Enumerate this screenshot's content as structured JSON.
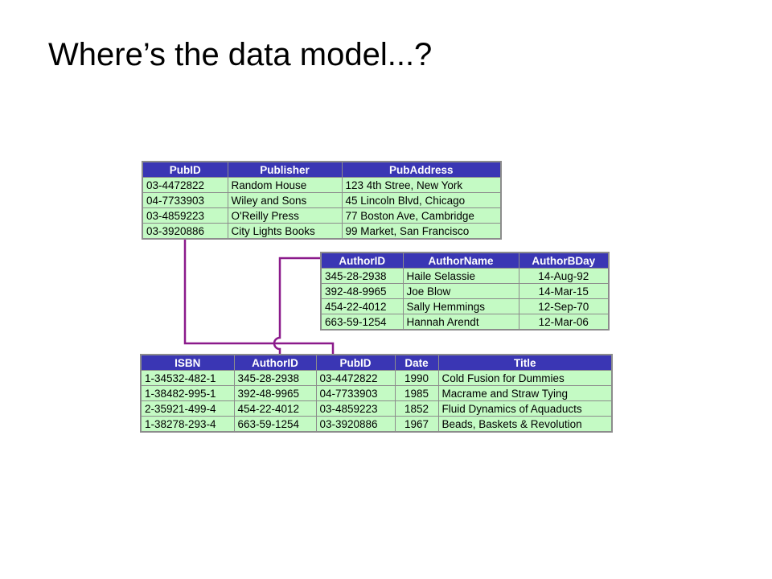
{
  "title": "Where’s the data model...?",
  "colors": {
    "header": "#3a36b4",
    "cell": "#c4fac4",
    "connector": "#8b1a8b"
  },
  "publishers": {
    "columns": [
      "PubID",
      "Publisher",
      "PubAddress"
    ],
    "rows": [
      [
        "03-4472822",
        "Random House",
        "123 4th Stree, New York"
      ],
      [
        "04-7733903",
        "Wiley and Sons",
        "45 Lincoln Blvd, Chicago"
      ],
      [
        "03-4859223",
        "O'Reilly Press",
        "77 Boston Ave, Cambridge"
      ],
      [
        "03-3920886",
        "City Lights Books",
        "99 Market, San Francisco"
      ]
    ]
  },
  "authors": {
    "columns": [
      "AuthorID",
      "AuthorName",
      "AuthorBDay"
    ],
    "rows": [
      [
        "345-28-2938",
        "Haile Selassie",
        "14-Aug-92"
      ],
      [
        "392-48-9965",
        "Joe Blow",
        "14-Mar-15"
      ],
      [
        "454-22-4012",
        "Sally Hemmings",
        "12-Sep-70"
      ],
      [
        "663-59-1254",
        "Hannah Arendt",
        "12-Mar-06"
      ]
    ]
  },
  "books": {
    "columns": [
      "ISBN",
      "AuthorID",
      "PubID",
      "Date",
      "Title"
    ],
    "rows": [
      [
        "1-34532-482-1",
        "345-28-2938",
        "03-4472822",
        "1990",
        "Cold Fusion for Dummies"
      ],
      [
        "1-38482-995-1",
        "392-48-9965",
        "04-7733903",
        "1985",
        "Macrame and Straw Tying"
      ],
      [
        "2-35921-499-4",
        "454-22-4012",
        "03-4859223",
        "1852",
        "Fluid Dynamics of Aquaducts"
      ],
      [
        "1-38278-293-4",
        "663-59-1254",
        "03-3920886",
        "1967",
        "Beads, Baskets & Revolution"
      ]
    ]
  }
}
